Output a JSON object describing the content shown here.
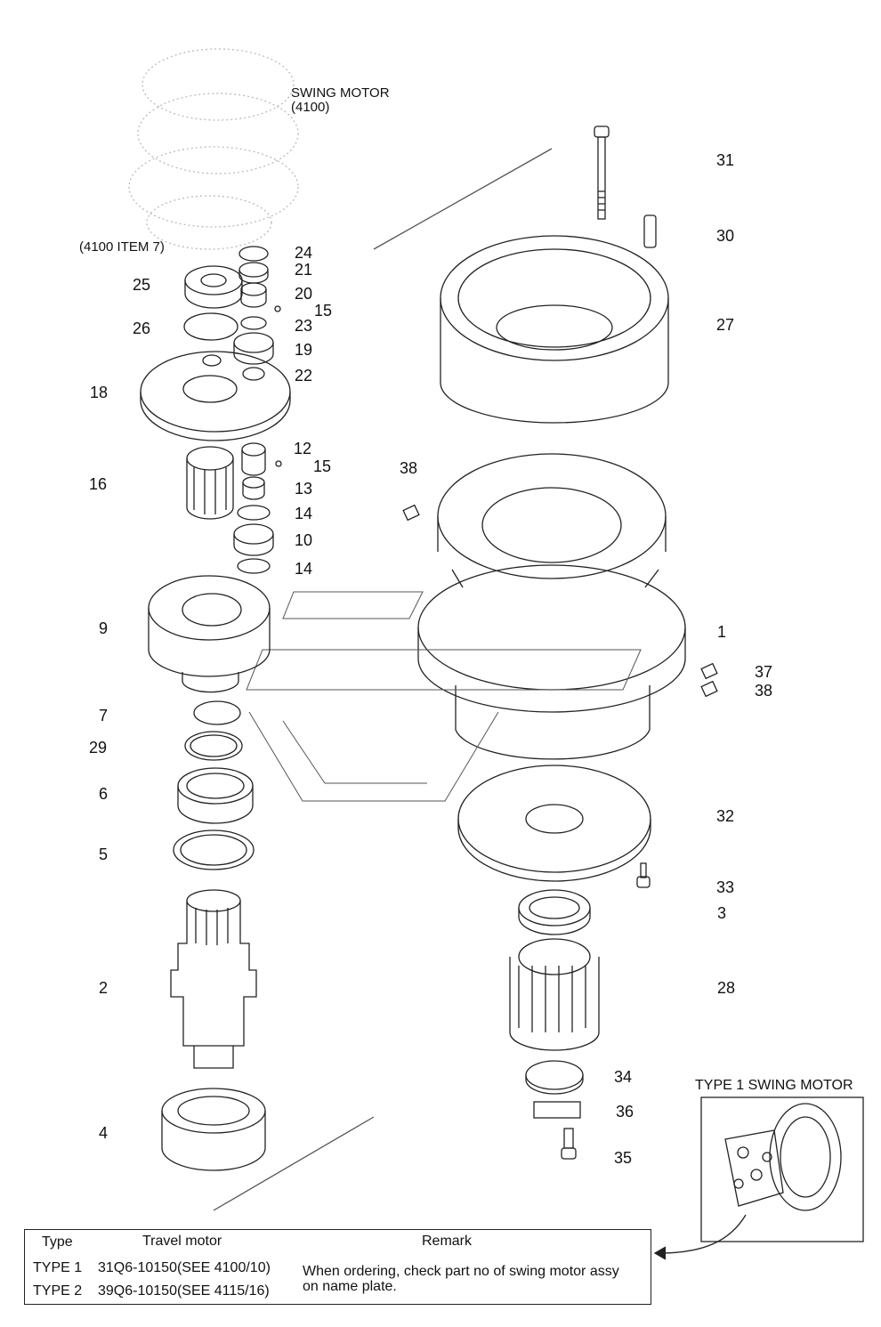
{
  "diagram": {
    "title_label": "SWING MOTOR",
    "title_code": "(4100)",
    "item_ref": "(4100 ITEM 7)",
    "inset_title": "TYPE 1 SWING MOTOR",
    "callouts": {
      "n31": "31",
      "n30": "30",
      "n27": "27",
      "n38a": "38",
      "n1": "1",
      "n37": "37",
      "n38b": "38",
      "n32": "32",
      "n33": "33",
      "n3": "3",
      "n28": "28",
      "n34": "34",
      "n36": "36",
      "n35": "35",
      "n24": "24",
      "n21": "21",
      "n20": "20",
      "n15a": "15",
      "n23": "23",
      "n19": "19",
      "n22": "22",
      "n25": "25",
      "n26": "26",
      "n18": "18",
      "n12": "12",
      "n15b": "15",
      "n13": "13",
      "n14a": "14",
      "n10": "10",
      "n14b": "14",
      "n16": "16",
      "n9": "9",
      "n7": "7",
      "n29": "29",
      "n6": "6",
      "n5": "5",
      "n2": "2",
      "n4": "4"
    }
  },
  "table": {
    "headers": {
      "type": "Type",
      "travel": "Travel motor",
      "remark": "Remark"
    },
    "rows": [
      {
        "type": "TYPE 1",
        "travel": "31Q6-10150(SEE 4100/10)"
      },
      {
        "type": "TYPE 2",
        "travel": "39Q6-10150(SEE 4115/16)"
      }
    ],
    "remark_line1": "When ordering, check part no of swing motor assy",
    "remark_line2": "on name plate."
  }
}
